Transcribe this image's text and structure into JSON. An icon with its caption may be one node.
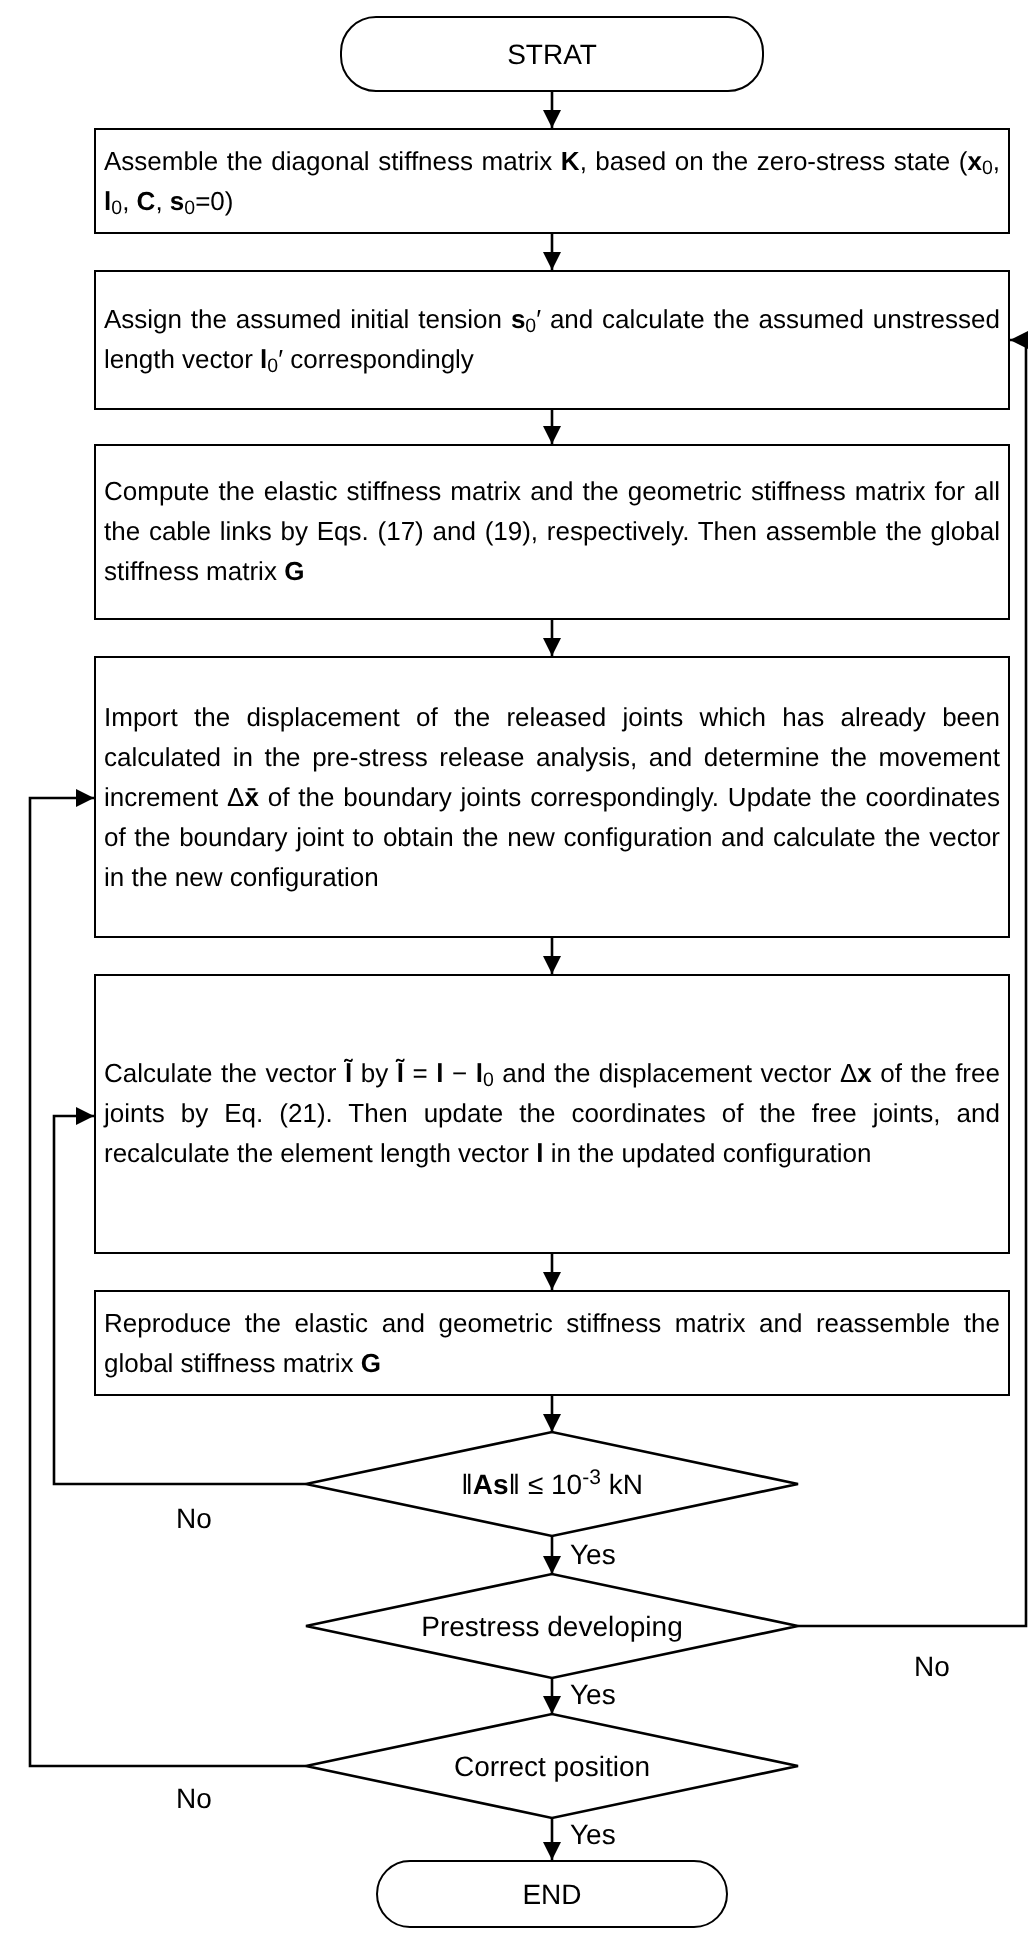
{
  "diagram": {
    "nodes": [
      {
        "text": [
          "STRAT"
        ]
      },
      {
        "text": [
          "Assemble the diagonal stiffness matrix **K**, based on the zero-stress state (**x**$_{0}$, **l**$_{0}$, **C**, **s**$_{0}$=0)"
        ]
      },
      {
        "text": [
          "Assign the assumed initial tension **s**$_{0}$′ and calculate the assumed unstressed length vector **l**$_{0}$′ correspondingly"
        ]
      },
      {
        "text": [
          "Compute the elastic stiffness matrix and the geometric stiffness matrix for all the cable links by Eqs. (17) and (19), respectively. Then assemble the global stiffness matrix **G**"
        ]
      },
      {
        "text": [
          "Import the displacement of the released joints which has already been calculated in the pre-stress release analysis, and determine the movement increment Δ**x̄** of the boundary joints correspondingly. Update the coordinates of the boundary joint to obtain the new configuration and calculate the vector in the new configuration"
        ]
      },
      {
        "text": [
          "Calculate the vector **l̃** by **l̃** = **l** − **l**$_{0}$ and the displacement vector Δ**x** of the free joints by Eq. (21). Then update the coordinates of the free joints, and recalculate the element length vector **l** in the updated configuration"
        ]
      },
      {
        "text": [
          "Reproduce the elastic and geometric stiffness matrix and reassemble the global stiffness matrix **G**"
        ]
      },
      {
        "text": [
          "‖**As**‖ ≤ 10$^{-3}$ kN"
        ]
      },
      {
        "text": [
          "Prestress developing"
        ]
      },
      {
        "text": [
          "Correct position"
        ]
      },
      {
        "text": [
          "END"
        ]
      }
    ],
    "edges": [
      {
        "from": 0,
        "to": 1,
        "arrow": "to"
      },
      {
        "from": 1,
        "to": 2,
        "arrow": "to"
      },
      {
        "from": 2,
        "to": 3,
        "arrow": "to"
      },
      {
        "from": 3,
        "to": 4,
        "arrow": "to"
      },
      {
        "from": 4,
        "to": 5,
        "arrow": "to"
      },
      {
        "from": 5,
        "to": 6,
        "arrow": "to"
      },
      {
        "from": 6,
        "to": 7,
        "arrow": "to"
      },
      {
        "from": 7,
        "to": 8,
        "arrow": "to",
        "label": "Yes"
      },
      {
        "from": 8,
        "to": 9,
        "arrow": "to",
        "label": "Yes"
      },
      {
        "from": 9,
        "to": 10,
        "arrow": "to",
        "label": "Yes"
      },
      {
        "from": 7,
        "to": 5,
        "arrow": "to",
        "label": "No"
      },
      {
        "from": 8,
        "to": 2,
        "arrow": "to",
        "label": "No"
      },
      {
        "from": 9,
        "to": 4,
        "arrow": "to",
        "label": "No"
      }
    ]
  }
}
